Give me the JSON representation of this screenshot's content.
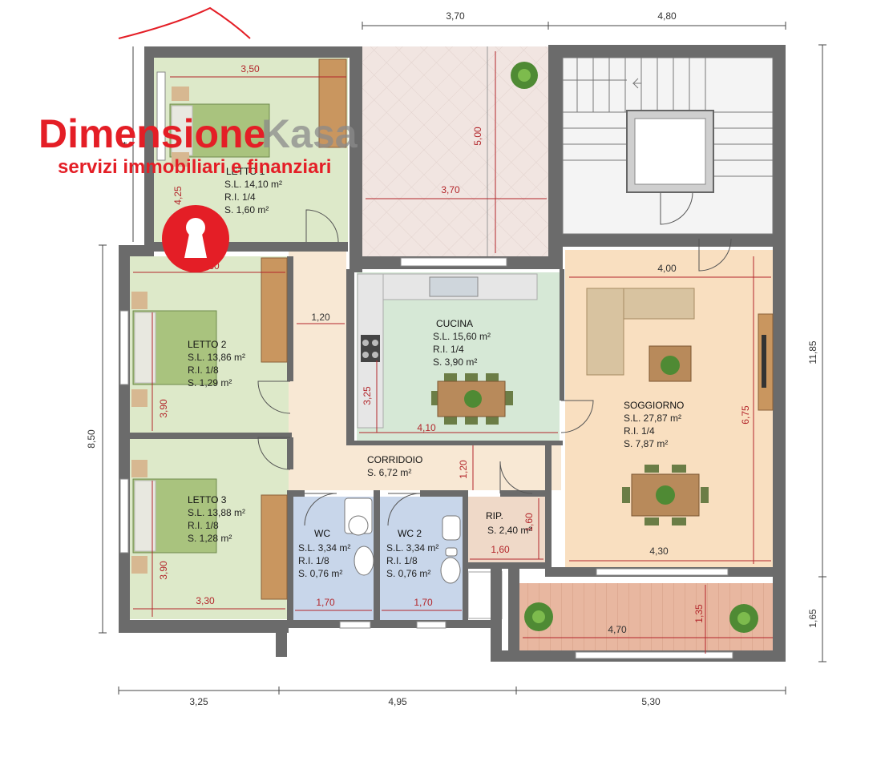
{
  "logo": {
    "brand_part1": "Dimensione",
    "brand_part2": "Kasa",
    "tagline": "servizi immobiliari e finanziari",
    "colors": {
      "red": "#e41e26",
      "gray": "#8a8a8a"
    }
  },
  "overall_dims": {
    "top_left": "3,70",
    "top_right": "4,80",
    "bottom_left": "3,25",
    "bottom_mid": "4,95",
    "bottom_right": "5,30",
    "left": "8,50",
    "left_upper": "4",
    "right": "11,85",
    "right_bottom": "1,65"
  },
  "rooms": {
    "letto1": {
      "name": "LETTO 1",
      "sl": "S.L. 14,10 m²",
      "ri": "R.I. 1/4",
      "s": "S.   1,60 m²",
      "w": "3,50",
      "h": "4,25"
    },
    "letto2": {
      "name": "LETTO 2",
      "sl": "S.L. 13,86 m²",
      "ri": "R.I. 1/8",
      "s": "S.   1,29 m²",
      "w": "3,30",
      "h": "3,90"
    },
    "letto3": {
      "name": "LETTO 3",
      "sl": "S.L. 13,88 m²",
      "ri": "R.I. 1/8",
      "s": "S.   1,28 m²",
      "w": "3,30",
      "h": "3,90"
    },
    "terrace": {
      "w": "3,70",
      "h": "5,00"
    },
    "cucina": {
      "name": "CUCINA",
      "sl": "S.L. 15,60 m²",
      "ri": "R.I. 1/4",
      "s": "S.   3,90  m²",
      "w": "4,10",
      "h": "3,25"
    },
    "soggiorno": {
      "name": "SOGGIORNO",
      "sl": "S.L. 27,87  m²",
      "ri": "R.I. 1/4",
      "s": "S.   7,87  m²",
      "w_top": "4,00",
      "w_bottom": "4,30",
      "h": "6,75"
    },
    "corridoio": {
      "name": "CORRIDOIO",
      "s": "S.  6,72  m²",
      "w": "1,20",
      "h": "1,20"
    },
    "wc1": {
      "name": "WC",
      "sl": "S.L. 3,34 m²",
      "ri": "R.I. 1/8",
      "s": "S.  0,76 m²",
      "w": "1,70"
    },
    "wc2": {
      "name": "WC 2",
      "sl": "S.L. 3,34 m²",
      "ri": "R.I. 1/8",
      "s": "S.  0,76 m²",
      "w": "1,70"
    },
    "rip": {
      "name": "RIP.",
      "s": "S. 2,40 m²",
      "w": "1,60",
      "h": "1,60"
    },
    "balcony": {
      "w": "4,70",
      "h": "1,35"
    }
  },
  "icons": [
    "keyhole-icon",
    "plant-icon",
    "staircase-icon",
    "elevator-icon"
  ]
}
